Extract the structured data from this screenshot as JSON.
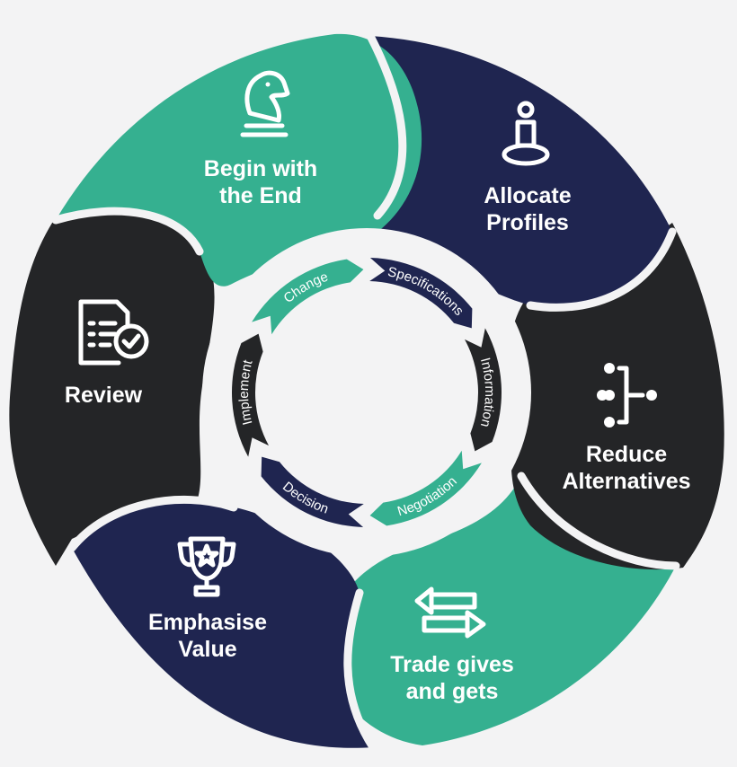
{
  "colors": {
    "background": "#f3f3f4",
    "teal": "#35b090",
    "navy": "#1f2550",
    "charcoal": "#242527",
    "gap": "#f3f3f4",
    "text": "#ffffff"
  },
  "outer_segments": [
    {
      "id": "begin",
      "lines": [
        "Begin with",
        "the End"
      ],
      "icon": "chess-knight-icon",
      "color": "teal"
    },
    {
      "id": "allocate",
      "lines": [
        "Allocate",
        "Profiles"
      ],
      "icon": "person-on-target-icon",
      "color": "navy"
    },
    {
      "id": "reduce",
      "lines": [
        "Reduce",
        "Alternatives"
      ],
      "icon": "funnel-dots-icon",
      "color": "charcoal"
    },
    {
      "id": "trade",
      "lines": [
        "Trade gives",
        "and gets"
      ],
      "icon": "exchange-arrows-icon",
      "color": "teal"
    },
    {
      "id": "emphasise",
      "lines": [
        "Emphasise",
        "Value"
      ],
      "icon": "trophy-star-icon",
      "color": "navy"
    },
    {
      "id": "review",
      "lines": [
        "Review"
      ],
      "icon": "checklist-document-icon",
      "color": "charcoal"
    }
  ],
  "inner_ring": [
    {
      "label": "Change",
      "color": "teal"
    },
    {
      "label": "Specifications",
      "color": "navy"
    },
    {
      "label": "Information",
      "color": "charcoal"
    },
    {
      "label": "Negotiation",
      "color": "teal"
    },
    {
      "label": "Decision",
      "color": "navy"
    },
    {
      "label": "Implement",
      "color": "charcoal"
    }
  ]
}
